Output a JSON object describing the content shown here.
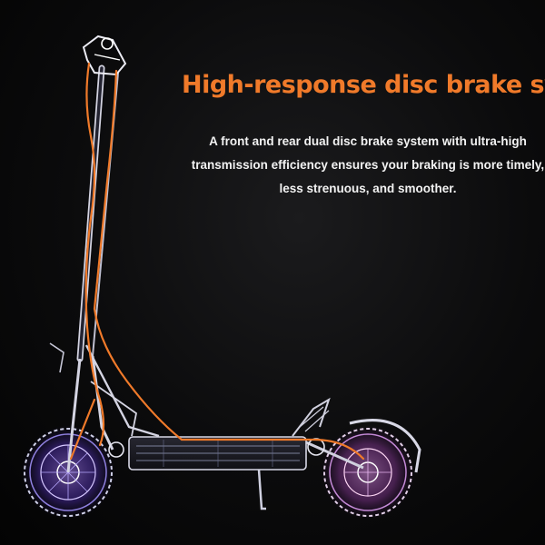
{
  "headline": "High-response disc brake system",
  "description": {
    "line1": "A front and rear dual disc brake system with ultra-high",
    "line2": "transmission efficiency ensures your braking is more timely,",
    "line3": "less strenuous, and smoother."
  },
  "colors": {
    "accent": "#f07a2a",
    "background": "#050505",
    "text": "#f2f2f2",
    "frame": "#d9d9e6",
    "wheel_glow_front": "#7b4dff",
    "wheel_glow_rear": "#c84ad8"
  }
}
